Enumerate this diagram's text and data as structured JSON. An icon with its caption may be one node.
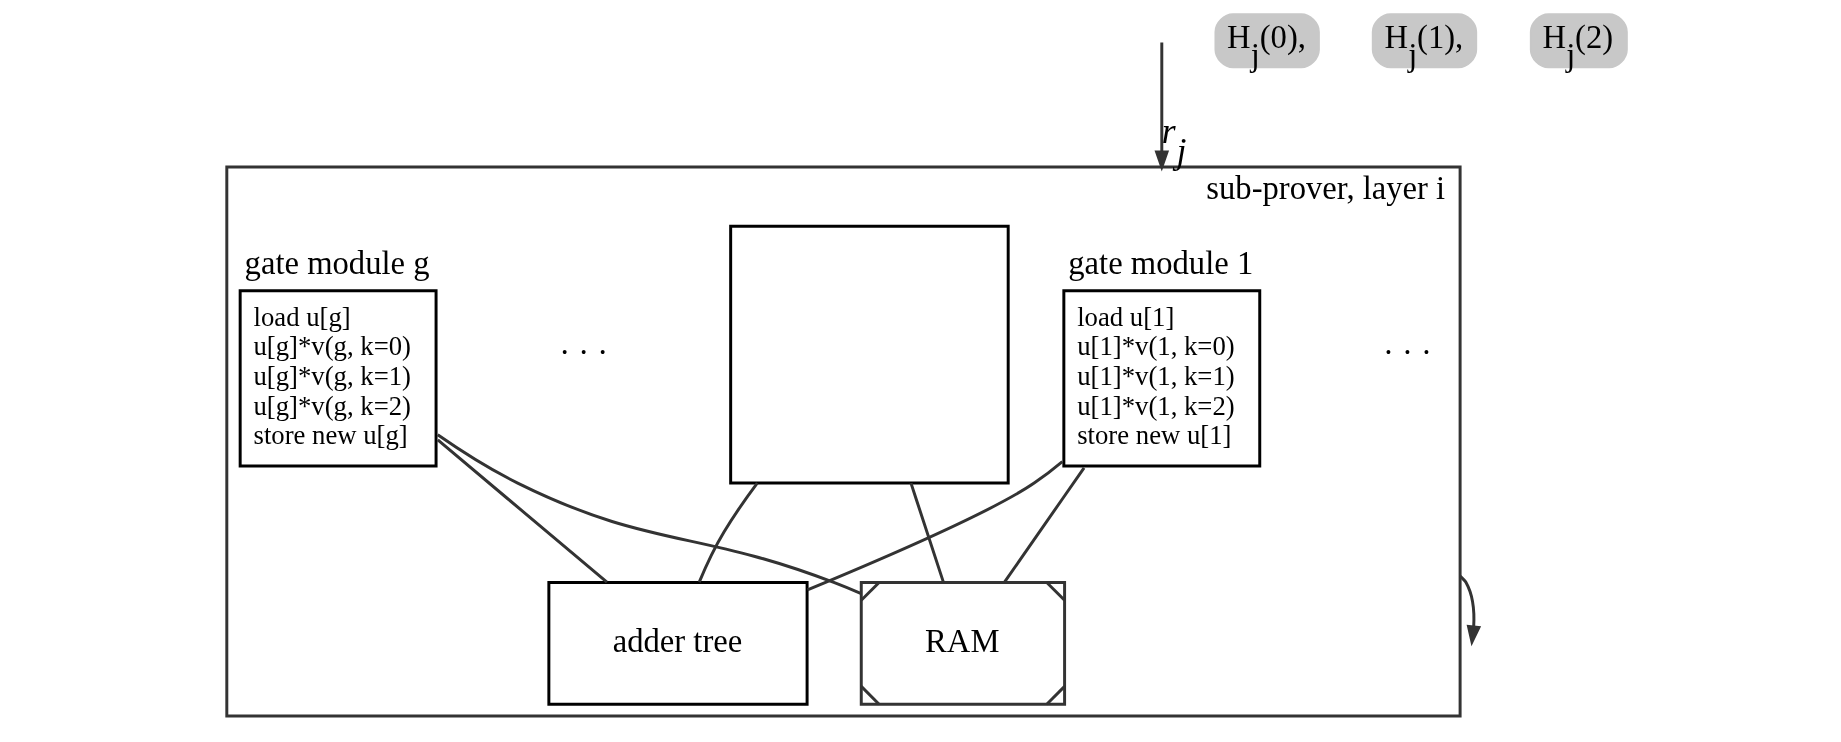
{
  "diagram": {
    "nodes": [
      {
        "text": [
          "sub-prover, layer i"
        ]
      },
      {
        "text": [
          "gate module 1",
          "load u[1]",
          "u[1]*v(1, k=0)",
          "u[1]*v(1, k=1)",
          "u[1]*v(1, k=2)",
          "store new u[1]"
        ],
        "in": 0
      },
      {
        "text": [
          "gate module g",
          "load u[g]",
          "u[g]*v(g, k=0)",
          "u[g]*v(g, k=1)",
          "u[g]*v(g, k=2)",
          "store new u[g]"
        ],
        "in": 0
      },
      {
        "text": [],
        "shape": "box",
        "in": 0
      },
      {
        "text": [
          "RAM"
        ],
        "in": 0
      },
      {
        "text": [
          "adder tree"
        ],
        "in": 0
      },
      {
        "text": [
          "H$_{j}$(0),"
        ]
      },
      {
        "text": [
          "H$_{j}$(1),"
        ]
      },
      {
        "text": [
          "H$_{j}$(2)"
        ]
      }
    ],
    "edges": [
      {
        "from": null,
        "to": 0,
        "arrow": "to",
        "label": "r$_{j}$"
      },
      {
        "from": 0,
        "to": null,
        "arrow": "to"
      },
      {
        "from": 1,
        "to": 4,
        "arrow": "none"
      },
      {
        "from": 1,
        "to": 5,
        "arrow": "none"
      },
      {
        "from": 2,
        "to": 4,
        "arrow": "none"
      },
      {
        "from": 2,
        "to": 5,
        "arrow": "none"
      },
      {
        "from": 3,
        "to": 4,
        "arrow": "none"
      },
      {
        "from": 3,
        "to": 5,
        "arrow": "none"
      }
    ],
    "labels": [
      "· · ·",
      "· · ·"
    ]
  }
}
